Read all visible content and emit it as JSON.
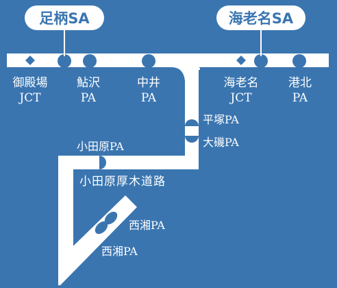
{
  "highlights": {
    "ashigara": "足柄SA",
    "ebina": "海老名SA"
  },
  "top_route": {
    "gotenba_jct": [
      "御殿場",
      "JCT"
    ],
    "ayuzawa_pa": [
      "鮎沢",
      "PA"
    ],
    "nakai_pa": [
      "中井",
      "PA"
    ],
    "ebina_jct": [
      "海老名",
      "JCT"
    ],
    "kohoku_pa": [
      "港北",
      "PA"
    ]
  },
  "connector": {
    "hiratsuka_pa": "平塚PA",
    "oiso_pa": "大磯PA",
    "odawara_pa": "小田原PA",
    "road_name": "小田原厚木道路"
  },
  "seisho": {
    "upper_pa": "西湘PA",
    "lower_pa": "西湘PA"
  },
  "colors": {
    "background": "#3a75b0",
    "road": "#ffffff",
    "station": "#3a75b0"
  }
}
